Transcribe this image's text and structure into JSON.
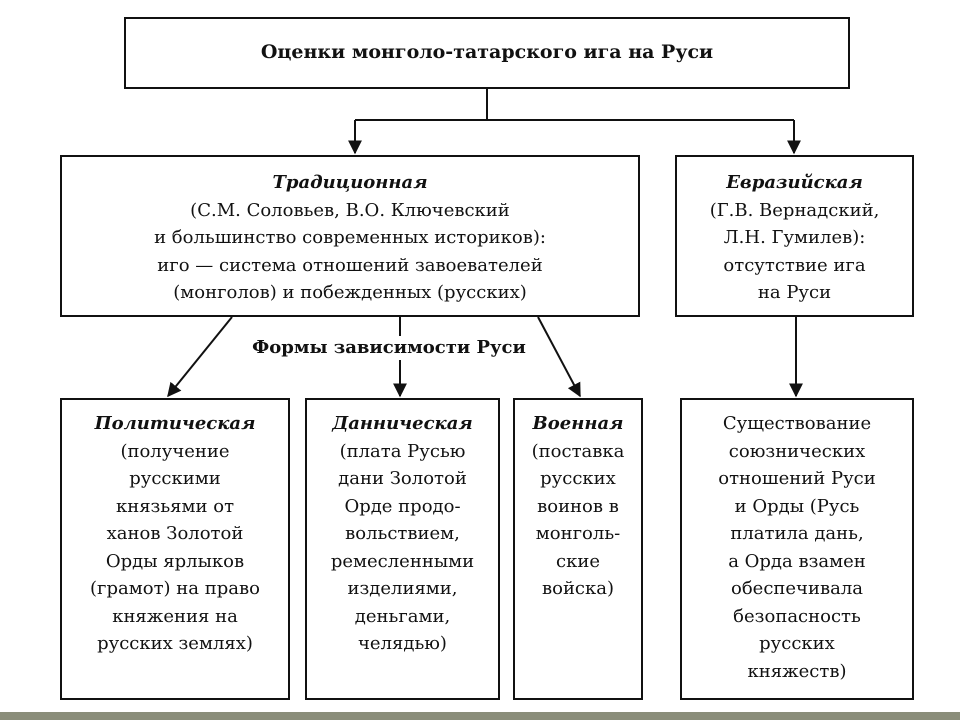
{
  "title": "Оценки монголо-татарского ига на Руси",
  "forms_label": "Формы зависимости Руси",
  "traditional": {
    "heading": "Традиционная",
    "lines": [
      "(С.М. Соловьев, В.О. Ключевский",
      "и большинство современных историков):",
      "иго — система отношений завоевателей",
      "(монголов) и побежденных (русских)"
    ]
  },
  "eurasian": {
    "heading": "Евразийская",
    "lines": [
      "(Г.В. Вернадский,",
      "Л.Н. Гумилев):",
      "отсутствие ига",
      "на Руси"
    ]
  },
  "political": {
    "heading": "Политическая",
    "lines": [
      "(получение",
      "русскими",
      "князьями от",
      "ханов Золотой",
      "Орды ярлыков",
      "(грамот) на право",
      "княжения на",
      "русских землях)"
    ]
  },
  "tribute": {
    "heading": "Данническая",
    "lines": [
      "(плата Русью",
      "дани Золотой",
      "Орде продо-",
      "вольствием,",
      "ремесленными",
      "изделиями,",
      "деньгами,",
      "челядью)"
    ]
  },
  "military": {
    "heading": "Военная",
    "lines": [
      "(поставка",
      "русских",
      "воинов в",
      "монголь-",
      "ские",
      "войска)"
    ]
  },
  "coexistence": {
    "lines": [
      "Существование",
      "союзнических",
      "отношений Руси",
      "и Орды (Русь",
      "платила дань,",
      "а Орда взамен",
      "обеспечивала",
      "безопасность",
      "русских",
      "княжеств)"
    ]
  }
}
